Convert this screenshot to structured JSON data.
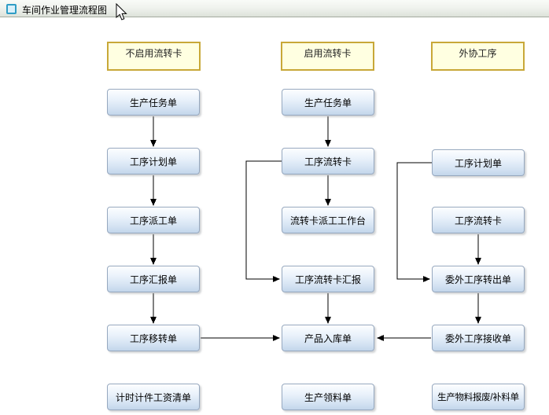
{
  "window": {
    "title": "车间作业管理流程图"
  },
  "headers": [
    {
      "label": "不启用流转卡"
    },
    {
      "label": "启用流转卡"
    },
    {
      "label": "外协工序"
    }
  ],
  "columns": [
    {
      "lane": "不启用流转卡",
      "nodes": [
        "生产任务单",
        "工序计划单",
        "工序派工单",
        "工序汇报单",
        "工序移转单",
        "计时计件工资清单"
      ]
    },
    {
      "lane": "启用流转卡",
      "nodes": [
        "生产任务单",
        "工序流转卡",
        "流转卡派工工作台",
        "工序流转卡汇报",
        "产品入库单",
        "生产领料单"
      ]
    },
    {
      "lane": "外协工序",
      "nodes": [
        "工序计划单",
        "工序流转卡",
        "委外工序转出单",
        "委外工序接收单",
        "生产物料报废/补料单"
      ]
    }
  ],
  "edges": [
    {
      "from": "生产任务单(不启用流转卡)",
      "to": "工序计划单(不启用流转卡)"
    },
    {
      "from": "工序计划单(不启用流转卡)",
      "to": "工序派工单"
    },
    {
      "from": "工序派工单",
      "to": "工序汇报单"
    },
    {
      "from": "工序汇报单",
      "to": "工序移转单"
    },
    {
      "from": "工序移转单",
      "to": "产品入库单"
    },
    {
      "from": "生产任务单(启用流转卡)",
      "to": "工序流转卡(启用流转卡)"
    },
    {
      "from": "工序流转卡(启用流转卡)",
      "to": "流转卡派工工作台"
    },
    {
      "from": "工序流转卡(启用流转卡)",
      "to": "工序流转卡汇报"
    },
    {
      "from": "工序流转卡汇报",
      "to": "产品入库单"
    },
    {
      "from": "工序计划单(外协工序)",
      "to": "委外工序转出单"
    },
    {
      "from": "工序流转卡(外协工序)",
      "to": "委外工序转出单"
    },
    {
      "from": "委外工序转出单",
      "to": "委外工序接收单"
    },
    {
      "from": "委外工序接收单",
      "to": "产品入库单"
    }
  ],
  "colors": {
    "node_fill_top": "#fcfeff",
    "node_fill_bottom": "#c3d6eb",
    "node_border": "#96a8bf",
    "header_fill": "#ffffe1",
    "header_border": "#c8a838",
    "connector": "#000000",
    "tabbar_fill": "#eef1ec",
    "icon_accent": "#2f9dc5"
  }
}
